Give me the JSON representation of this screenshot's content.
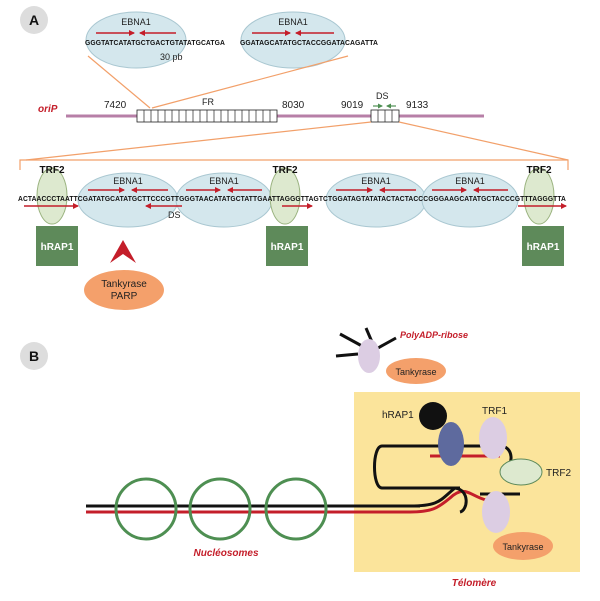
{
  "panels": {
    "a": {
      "letter": "A",
      "top": {
        "ebna_label": "EBNA1",
        "seq1": "GGGTATCATATGCTGACTGTATATGCATGA",
        "seq2": "GGATAGCATATGCTACCGGATACAGATTA",
        "spacing": "30 pb"
      },
      "orip": {
        "name": "oriP",
        "fr": "FR",
        "ds": "DS",
        "coord_7420": "7420",
        "coord_8030": "8030",
        "coord_9019": "9019",
        "coord_9133": "9133"
      },
      "ds_detail": {
        "trf2": "TRF2",
        "hrap1": "hRAP1",
        "ebna_label": "EBNA1",
        "sequence": "ACTAACCCTAATTCGATATGCATATGCTTCCCGTTGGGTAACATATGCTATTGAATTAGGGTTAGTCTGGATAGTATATACTACTACCCGGGAAGCATATGCTACCCGTTTAGGGTTA",
        "ds_label": "DS",
        "tankyrase": "Tankyrase",
        "parp": "PARP"
      }
    },
    "b": {
      "letter": "B",
      "polyadp": "PolyADP-ribose",
      "tankyrase_free": "Tankyrase",
      "hrap1": "hRAP1",
      "trf1": "TRF1",
      "trf2": "TRF2",
      "tankyrase_bound": "Tankyrase",
      "nucleosomes": "Nucléosomes",
      "telomere": "Télomère"
    }
  },
  "colors": {
    "red": "#c41e2a",
    "ebna_fill": "#d4e7ed",
    "trf2_fill": "#dde9cf",
    "hrap1_box": "#5e8a5a",
    "tankyrase": "#f4a06b",
    "telomere_bg": "#fbe49b",
    "mauve": "#b77fa7",
    "orange_line": "#f2a06a",
    "nucleosome": "#4e8f52",
    "hrap1_b": "#5e6a9e",
    "trf1_b": "#dccde3"
  }
}
